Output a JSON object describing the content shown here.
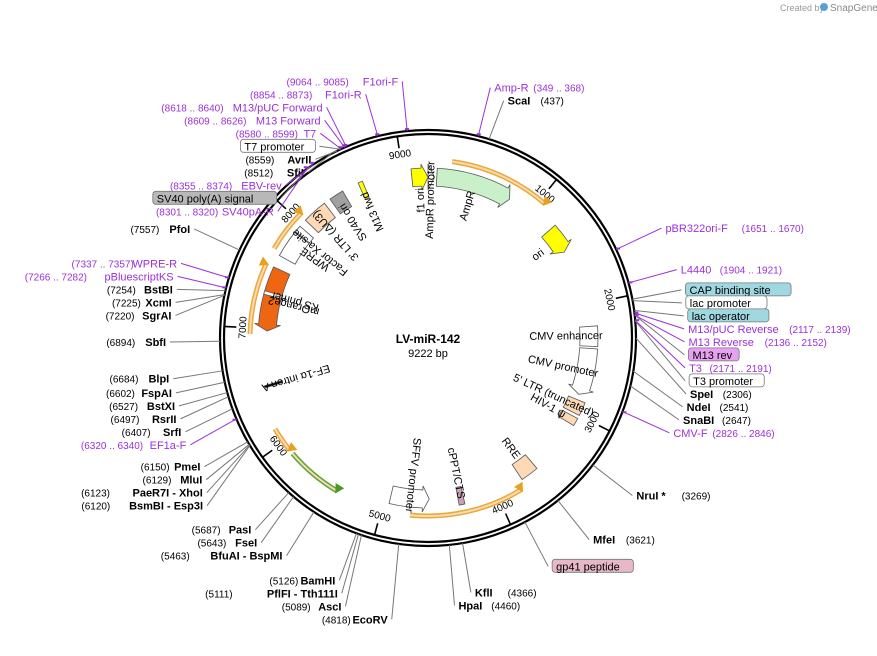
{
  "header": {
    "credit_prefix": "Created by",
    "credit_brand": "SnapGene"
  },
  "plasmid": {
    "name": "LV-miR-142",
    "length_label": "9222 bp",
    "length": 9222
  },
  "ring_ticks": [
    {
      "pos": 1000,
      "label": "1000"
    },
    {
      "pos": 2000,
      "label": "2000"
    },
    {
      "pos": 3000,
      "label": "3000"
    },
    {
      "pos": 4000,
      "label": "4000"
    },
    {
      "pos": 5000,
      "label": "5000"
    },
    {
      "pos": 6000,
      "label": "6000"
    },
    {
      "pos": 7000,
      "label": "7000"
    },
    {
      "pos": 8000,
      "label": "8000"
    },
    {
      "pos": 9000,
      "label": "9000"
    }
  ],
  "features": [
    {
      "name": "f1 ori",
      "start": 9075,
      "end": 9222,
      "color": "#ffff00",
      "shape": "arrow",
      "dir": 1
    },
    {
      "name": "AmpR promoter",
      "start": 0,
      "end": 60,
      "color": "#ffffff",
      "shape": "arrow",
      "dir": 1
    },
    {
      "name": "AmpR",
      "start": 80,
      "end": 780,
      "color": "#c9f0c9",
      "shape": "arrow",
      "dir": 1
    },
    {
      "name": "ori",
      "start": 1240,
      "end": 1480,
      "color": "#ffff00",
      "shape": "arrow",
      "dir": 1
    },
    {
      "name": "CMV enhancer",
      "start": 2200,
      "end": 2380,
      "color": "#ffffff",
      "shape": "box",
      "dir": 0
    },
    {
      "name": "CMV promoter",
      "start": 2400,
      "end": 2830,
      "color": "#ffffff",
      "shape": "arrow",
      "dir": 1
    },
    {
      "name": "5' LTR (truncated)",
      "start": 2880,
      "end": 3000,
      "color": "#fdd9b5",
      "shape": "box",
      "dir": 0
    },
    {
      "name": "HIV-1 ψ",
      "start": 3030,
      "end": 3100,
      "color": "#fdd9b5",
      "shape": "box",
      "dir": 0
    },
    {
      "name": "RRE",
      "start": 3590,
      "end": 3750,
      "color": "#fdd9b5",
      "shape": "box",
      "dir": 0
    },
    {
      "name": "cPPT/CTS",
      "start": 4290,
      "end": 4340,
      "color": "#c9a0b8",
      "shape": "box",
      "dir": 0
    },
    {
      "name": "SFFV promoter",
      "start": 4600,
      "end": 4950,
      "color": "#ffffff",
      "shape": "arrow",
      "dir": -1
    },
    {
      "name": "mOrange2",
      "start": 6980,
      "end": 7550,
      "color": "#ee6611",
      "shape": "arrow",
      "dir": -1
    },
    {
      "name": "EF-1α intron A",
      "start": 6480,
      "end": 6500,
      "color": "#000000",
      "shape": "box",
      "dir": 0
    },
    {
      "name": "WPRE",
      "start": 7660,
      "end": 7970,
      "color": "#ffffff",
      "shape": "box",
      "dir": 0
    },
    {
      "name": "3' LTR (ΔU3)",
      "start": 8040,
      "end": 8260,
      "color": "#fdd9b5",
      "shape": "box",
      "dir": 0
    },
    {
      "name": "SV40 ori",
      "start": 8320,
      "end": 8450,
      "color": "#a0a0a0",
      "shape": "box",
      "dir": 0
    },
    {
      "name": "M13 fwd",
      "start": 8600,
      "end": 8640,
      "color": "#ffff00",
      "shape": "box",
      "dir": 0
    },
    {
      "name": "KS primer",
      "start": 7300,
      "end": 7330,
      "color": "#ffffff",
      "shape": "box",
      "dir": 0
    },
    {
      "name": "Factor Xa site",
      "start": 7900,
      "end": 7910,
      "color": "#ffffff",
      "shape": "box",
      "dir": 0
    }
  ],
  "orf_arcs": [
    {
      "start": 200,
      "end": 1050,
      "dir": 1
    },
    {
      "start": 3800,
      "end": 4760,
      "dir": -1
    },
    {
      "start": 5920,
      "end": 6130,
      "dir": -1
    },
    {
      "start": 6950,
      "end": 7550,
      "dir": 1
    },
    {
      "start": 7690,
      "end": 8060,
      "dir": 1
    }
  ],
  "green_arcs": [
    {
      "start": 5400,
      "end": 5880,
      "dir": -1
    }
  ],
  "labels": [
    {
      "id": "ampr-site",
      "kind": "primer",
      "name": "Amp-R",
      "range": "(349 .. 368)",
      "pos": 358
    },
    {
      "id": "scai",
      "kind": "enzyme",
      "name": "ScaI",
      "range": "(437)",
      "pos": 437
    },
    {
      "id": "pbr322",
      "kind": "primer",
      "name": "pBR322ori-F",
      "range": "(1651 .. 1670)",
      "pos": 1660
    },
    {
      "id": "l4440",
      "kind": "primer",
      "name": "L4440",
      "range": "(1904 .. 1921)",
      "pos": 1912
    },
    {
      "id": "cap",
      "kind": "boxed",
      "name": "CAP binding site",
      "range": "",
      "pos": 2030,
      "fill": "#9fd8e0"
    },
    {
      "id": "lacprom",
      "kind": "boxed",
      "name": "lac promoter",
      "range": "",
      "pos": 2040,
      "fill": "#ffffff"
    },
    {
      "id": "m13puc-rev",
      "kind": "primer",
      "name": "M13/pUC Reverse",
      "range": "(2117 .. 2139)",
      "pos": 2128
    },
    {
      "id": "lacop",
      "kind": "boxed",
      "name": "lac operator",
      "range": "",
      "pos": 2110,
      "fill": "#9fd8e0"
    },
    {
      "id": "m13rev",
      "kind": "primer",
      "name": "M13 Reverse",
      "range": "(2136 .. 2152)",
      "pos": 2144
    },
    {
      "id": "m13revbox",
      "kind": "boxed",
      "name": "M13 rev",
      "range": "",
      "pos": 2144,
      "fill": "#e8a0f0"
    },
    {
      "id": "t3",
      "kind": "primer",
      "name": "T3",
      "range": "(2171 .. 2191)",
      "pos": 2181
    },
    {
      "id": "t3prom",
      "kind": "boxed",
      "name": "T3 promoter",
      "range": "",
      "pos": 2185,
      "fill": "#ffffff"
    },
    {
      "id": "spei",
      "kind": "enzyme",
      "name": "SpeI",
      "range": "(2306)",
      "pos": 2306
    },
    {
      "id": "ndei",
      "kind": "enzyme",
      "name": "NdeI",
      "range": "(2541)",
      "pos": 2541
    },
    {
      "id": "snabi",
      "kind": "enzyme",
      "name": "SnaBI",
      "range": "(2647)",
      "pos": 2647
    },
    {
      "id": "cmvf",
      "kind": "primer",
      "name": "CMV-F",
      "range": "(2826 .. 2846)",
      "pos": 2836
    },
    {
      "id": "nrui",
      "kind": "enzyme",
      "name": "NruI *",
      "range": "(3269)",
      "pos": 3269
    },
    {
      "id": "mfei",
      "kind": "enzyme",
      "name": "MfeI",
      "range": "(3621)",
      "pos": 3621
    },
    {
      "id": "gp41",
      "kind": "boxed",
      "name": "gp41 peptide",
      "range": "",
      "pos": 3900,
      "fill": "#e6b8c8"
    },
    {
      "id": "kfli",
      "kind": "enzyme",
      "name": "KflI",
      "range": "(4366)",
      "pos": 4366
    },
    {
      "id": "hpai",
      "kind": "enzyme",
      "name": "HpaI",
      "range": "(4460)",
      "pos": 4460
    },
    {
      "id": "ecorv",
      "kind": "enzyme",
      "name": "EcoRV",
      "range": "(4818)",
      "pos": 4818
    },
    {
      "id": "asci",
      "kind": "enzyme",
      "name": "AscI",
      "range": "(5089)",
      "pos": 5089
    },
    {
      "id": "pflfi",
      "kind": "enzyme",
      "name": "PflFI  - Tth111I",
      "range": "(5111)",
      "pos": 5111
    },
    {
      "id": "bamhi",
      "kind": "enzyme",
      "name": "BamHI",
      "range": "(5126)",
      "pos": 5126
    },
    {
      "id": "bfuai",
      "kind": "enzyme",
      "name": "BfuAI  - BspMI",
      "range": "(5463)",
      "pos": 5463
    },
    {
      "id": "fsei",
      "kind": "enzyme",
      "name": "FseI",
      "range": "(5643)",
      "pos": 5643
    },
    {
      "id": "pasi",
      "kind": "enzyme",
      "name": "PasI",
      "range": "(5687)",
      "pos": 5687
    },
    {
      "id": "bsmbi",
      "kind": "enzyme",
      "name": "BsmBI  - Esp3I",
      "range": "(6120)",
      "pos": 6120
    },
    {
      "id": "paer7i",
      "kind": "enzyme",
      "name": "PaeR7I  - XhoI",
      "range": "(6123)",
      "pos": 6123
    },
    {
      "id": "mlui",
      "kind": "enzyme",
      "name": "MluI",
      "range": "(6129)",
      "pos": 6129
    },
    {
      "id": "pmei",
      "kind": "enzyme",
      "name": "PmeI",
      "range": "(6150)",
      "pos": 6150
    },
    {
      "id": "ef1af",
      "kind": "primer",
      "name": "EF1a-F",
      "range": "(6320 .. 6340)",
      "pos": 6330
    },
    {
      "id": "srfi",
      "kind": "enzyme",
      "name": "SrfI",
      "range": "(6407)",
      "pos": 6407
    },
    {
      "id": "rsrii",
      "kind": "enzyme",
      "name": "RsrII",
      "range": "(6497)",
      "pos": 6497
    },
    {
      "id": "bstxi",
      "kind": "enzyme",
      "name": "BstXI",
      "range": "(6527)",
      "pos": 6527
    },
    {
      "id": "fspai",
      "kind": "enzyme",
      "name": "FspAI",
      "range": "(6602)",
      "pos": 6602
    },
    {
      "id": "blpi",
      "kind": "enzyme",
      "name": "BlpI",
      "range": "(6684)",
      "pos": 6684
    },
    {
      "id": "sbfi",
      "kind": "enzyme",
      "name": "SbfI",
      "range": "(6894)",
      "pos": 6894
    },
    {
      "id": "sgrai",
      "kind": "enzyme",
      "name": "SgrAI",
      "range": "(7220)",
      "pos": 7220
    },
    {
      "id": "xcmi",
      "kind": "enzyme",
      "name": "XcmI",
      "range": "(7225)",
      "pos": 7225
    },
    {
      "id": "bstbi",
      "kind": "enzyme",
      "name": "BstBI",
      "range": "(7254)",
      "pos": 7254
    },
    {
      "id": "pbluescript",
      "kind": "primer",
      "name": "pBluescriptKS",
      "range": "(7266 .. 7282)",
      "pos": 7274
    },
    {
      "id": "wprer",
      "kind": "primer",
      "name": "WPRE-R",
      "range": "(7337 .. 7357)",
      "pos": 7347
    },
    {
      "id": "pfoi",
      "kind": "enzyme",
      "name": "PfoI",
      "range": "(7557)",
      "pos": 7557
    },
    {
      "id": "sv40par",
      "kind": "primer",
      "name": "SV40pA-R",
      "range": "(8301 .. 8320)",
      "pos": 8310
    },
    {
      "id": "sv40polya",
      "kind": "boxed",
      "name": "SV40 poly(A) signal",
      "range": "",
      "pos": 8330,
      "fill": "#b8b8b8"
    },
    {
      "id": "ebvrev",
      "kind": "primer",
      "name": "EBV-rev",
      "range": "(8355 .. 8374)",
      "pos": 8364
    },
    {
      "id": "sfii",
      "kind": "enzyme",
      "name": "SfiI",
      "range": "(8512)",
      "pos": 8512
    },
    {
      "id": "avrii",
      "kind": "enzyme",
      "name": "AvrII",
      "range": "(8559)",
      "pos": 8559
    },
    {
      "id": "t7prom",
      "kind": "boxed",
      "name": "T7 promoter",
      "range": "",
      "pos": 8585,
      "fill": "#ffffff"
    },
    {
      "id": "t7",
      "kind": "primer",
      "name": "T7",
      "range": "(8580 .. 8599)",
      "pos": 8590
    },
    {
      "id": "m13fwd",
      "kind": "primer",
      "name": "M13 Forward",
      "range": "(8609 .. 8626)",
      "pos": 8617
    },
    {
      "id": "m13pucfwd",
      "kind": "primer",
      "name": "M13/pUC Forward",
      "range": "(8618 .. 8640)",
      "pos": 8629
    },
    {
      "id": "f1orir",
      "kind": "primer",
      "name": "F1ori-R",
      "range": "(8854 .. 8873)",
      "pos": 8864
    },
    {
      "id": "f1orif",
      "kind": "primer",
      "name": "F1ori-F",
      "range": "(9064 .. 9085)",
      "pos": 9075
    }
  ],
  "colors": {
    "primer": "#9b30d9",
    "ring": "#000000",
    "orf": "#e8a020",
    "orf_fill": "#fdd9b5",
    "green_orf": "#4a9a20"
  }
}
